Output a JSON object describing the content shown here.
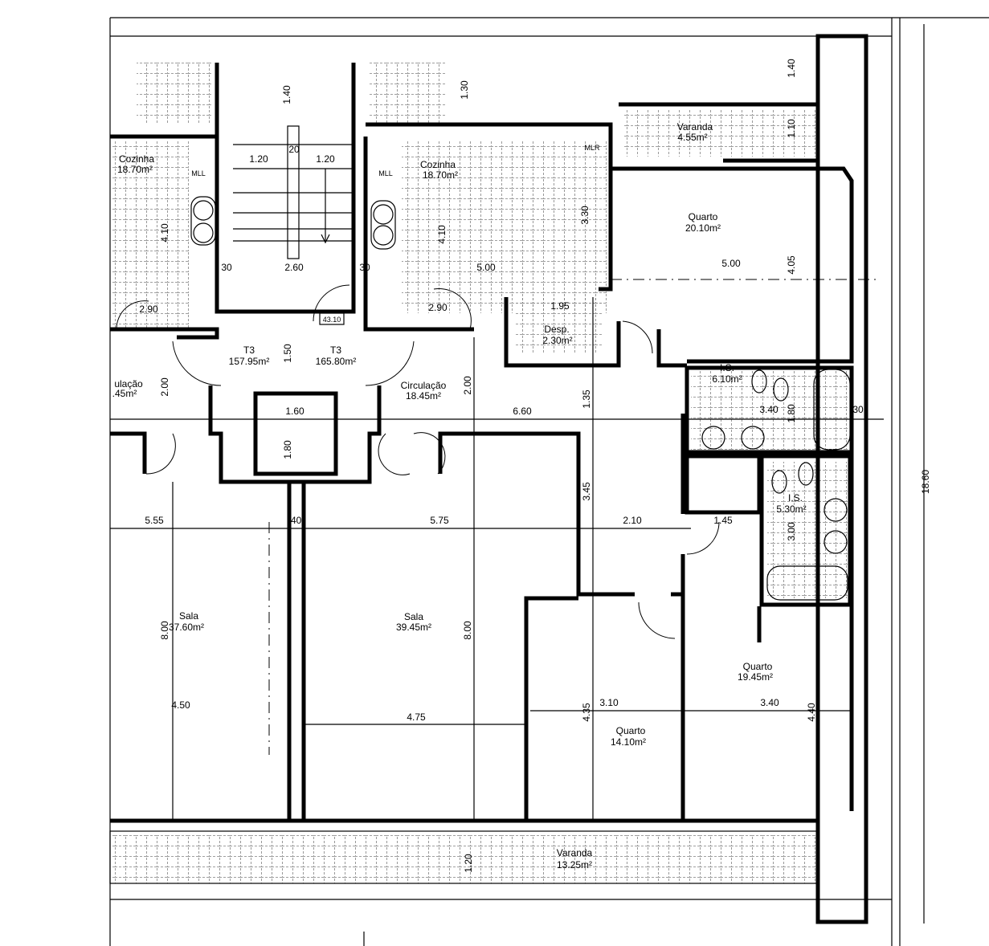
{
  "rooms": {
    "kitchen_left": {
      "name": "Cozinha",
      "area": "18.70m²"
    },
    "kitchen_right": {
      "name": "Cozinha",
      "area": "18.70m²"
    },
    "balcony_top": {
      "name": "Varanda",
      "area": "4.55m²"
    },
    "bedroom_top": {
      "name": "Quarto",
      "area": "20.10m²"
    },
    "unit_left": {
      "name": "T3",
      "area": "157.95m²"
    },
    "unit_right": {
      "name": "T3",
      "area": "165.80m²"
    },
    "level_tag": "43.10",
    "circulation_right": {
      "name": "Circulação",
      "area": "18.45m²"
    },
    "circulation_left": {
      "name": "ulação",
      "area": ".45m²"
    },
    "storage": {
      "name": "Desp.",
      "area": "2.30m²"
    },
    "bath_1": {
      "name": "I.S.",
      "area": "6.10m²"
    },
    "bath_2": {
      "name": "I.S.",
      "area": "5.30m²"
    },
    "living_left": {
      "name": "Sala",
      "area": "37.60m²"
    },
    "living_right": {
      "name": "Sala",
      "area": "39.45m²"
    },
    "bedroom_right": {
      "name": "Quarto",
      "area": "19.45m²"
    },
    "bedroom_mid": {
      "name": "Quarto",
      "area": "14.10m²"
    },
    "balcony_bottom": {
      "name": "Varanda",
      "area": "13.25m²"
    }
  },
  "fixtures": {
    "mll_left": "MLL",
    "mll_right": "MLL",
    "mlr": "MLR"
  },
  "dimensions": {
    "d_140_stair": "1.40",
    "d_130": "1.30",
    "d_140_right": "1.40",
    "d_110": "1.10",
    "d_120_a": "1.20",
    "d_120_b": "1.20",
    "d_410_left": "4.10",
    "d_410_right": "4.10",
    "d_330": "3.30",
    "d_30_a": "30",
    "d_260": "2.60",
    "d_30_b": "30",
    "d_500_a": "5.00",
    "d_500_b": "5.00",
    "d_405": "4.05",
    "d_290_a": "2.90",
    "d_290_b": "2.90",
    "d_195": "1.95",
    "d_150": "1.50",
    "d_200_a": "2.00",
    "d_200_b": "2.00",
    "d_135": "1.35",
    "d_660": "6.60",
    "d_340_a": "3.40",
    "d_180_a": "1.80",
    "d_160": "1.60",
    "d_180_b": "1.80",
    "d_555": "5.55",
    "d_40": ".40",
    "d_575": "5.75",
    "d_210": "2.10",
    "d_145": "1.45",
    "d_300": "3.00",
    "d_800_a": "8.00",
    "d_800_b": "8.00",
    "d_450": "4.50",
    "d_475": "4.75",
    "d_310": "3.10",
    "d_435": "4.35",
    "d_340_b": "3.40",
    "d_440": "4.40",
    "d_1860": "18.60",
    "d_120_c": "1.20",
    "d_345": "3.45",
    "d_30_c": "30",
    "d_20": "20"
  }
}
